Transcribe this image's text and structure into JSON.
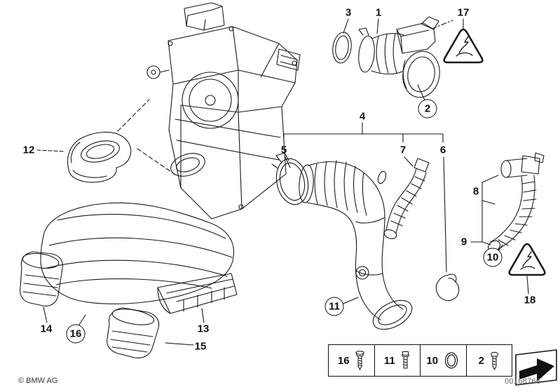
{
  "document": {
    "copyright": "© BMW AG",
    "image_number": "00168766",
    "type": "parts-diagram"
  },
  "colors": {
    "line": "#1a1a1a",
    "background": "#ffffff"
  },
  "callouts": {
    "c1": {
      "label": "1",
      "style": "plain"
    },
    "c2": {
      "label": "2",
      "style": "circled"
    },
    "c3": {
      "label": "3",
      "style": "plain"
    },
    "c4": {
      "label": "4",
      "style": "plain"
    },
    "c5": {
      "label": "5",
      "style": "plain"
    },
    "c6": {
      "label": "6",
      "style": "plain"
    },
    "c7": {
      "label": "7",
      "style": "plain"
    },
    "c8": {
      "label": "8",
      "style": "plain"
    },
    "c9": {
      "label": "9",
      "style": "plain"
    },
    "c10": {
      "label": "10",
      "style": "circled"
    },
    "c11": {
      "label": "11",
      "style": "circled"
    },
    "c12": {
      "label": "12",
      "style": "plain"
    },
    "c13": {
      "label": "13",
      "style": "plain"
    },
    "c14": {
      "label": "14",
      "style": "plain"
    },
    "c15": {
      "label": "15",
      "style": "plain"
    },
    "c16": {
      "label": "16",
      "style": "circled"
    },
    "c17": {
      "label": "17",
      "style": "plain"
    },
    "c18": {
      "label": "18",
      "style": "plain"
    }
  },
  "legend": {
    "items": [
      {
        "label": "16",
        "icon": "torx-screw-icon"
      },
      {
        "label": "11",
        "icon": "hex-bolt-icon"
      },
      {
        "label": "10",
        "icon": "o-ring-icon"
      },
      {
        "label": "2",
        "icon": "tapping-screw-icon"
      }
    ]
  },
  "symbols": {
    "warning_triangles": [
      "esd-warning-triangle-icon",
      "esd-warning-triangle-icon"
    ],
    "direction_arrow": "direction-arrow-icon"
  }
}
